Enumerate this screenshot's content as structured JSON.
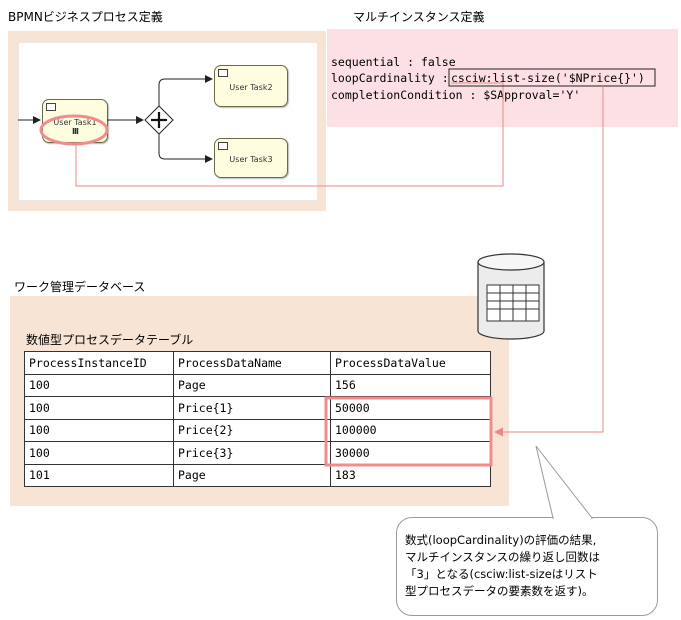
{
  "bpmn": {
    "title": "BPMNビジネスプロセス定義",
    "task1": "User Task1",
    "task1_marker": "III",
    "task2": "User Task2",
    "task3": "User Task3"
  },
  "multi_instance": {
    "title": "マルチインスタンス定義",
    "line1": "sequential : false",
    "line2_label": "loopCardinality : ",
    "line2_value": "csciw:list-size('$NPrice{}')",
    "line3": "completionCondition : $SApproval='Y'"
  },
  "work_db": {
    "title": "ワーク管理データベース",
    "table_title": "数値型プロセスデータテーブル",
    "columns": [
      "ProcessInstanceID",
      "ProcessDataName",
      "ProcessDataValue"
    ],
    "rows": [
      [
        "100",
        "Page",
        "156"
      ],
      [
        "100",
        "Price{1}",
        "50000"
      ],
      [
        "100",
        "Price{2}",
        "100000"
      ],
      [
        "100",
        "Price{3}",
        "30000"
      ],
      [
        "101",
        "Page",
        "183"
      ]
    ]
  },
  "callout": {
    "line1": "数式(loopCardinality)の評価の結果,",
    "line2": "マルチインスタンスの繰り返し回数は",
    "line3": "「3」となる(csciw:list-sizeはリスト",
    "line4": "型プロセスデータの要素数を返す)。"
  },
  "colors": {
    "highlight": "#f08c8c",
    "connector": "#e88a8a",
    "bpmn_panel": "#f8e4d4",
    "multi_panel": "#fde0e4"
  },
  "icons": [
    "database-icon",
    "user-task-icon",
    "parallel-gateway-icon"
  ]
}
